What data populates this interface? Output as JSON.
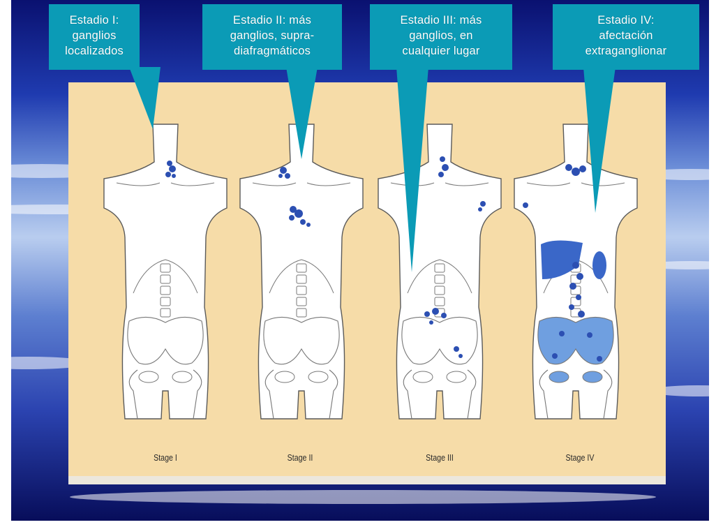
{
  "colors": {
    "background_dark": "#070c5e",
    "background_light": "#9ab5e6",
    "panel": "#f6dca8",
    "callout": "#0b9bb6",
    "body_fill": "#ffffff",
    "node_blue": "#2c4fb2",
    "organ_blue": "#3a67c8",
    "bone_blue": "#6f9fe0"
  },
  "callouts": [
    {
      "lines": [
        "Estadio I:",
        "ganglios",
        "localizados"
      ]
    },
    {
      "lines": [
        "Estadio II: más",
        "ganglios, supra-",
        "diafragmáticos"
      ]
    },
    {
      "lines": [
        "Estadio III: más",
        "ganglios, en",
        "cualquier lugar"
      ]
    },
    {
      "lines": [
        "Estadio IV:",
        "afectación",
        "extraganglionar"
      ]
    }
  ],
  "stages": [
    {
      "label": "Stage I"
    },
    {
      "label": "Stage II"
    },
    {
      "label": "Stage III"
    },
    {
      "label": "Stage IV"
    }
  ]
}
